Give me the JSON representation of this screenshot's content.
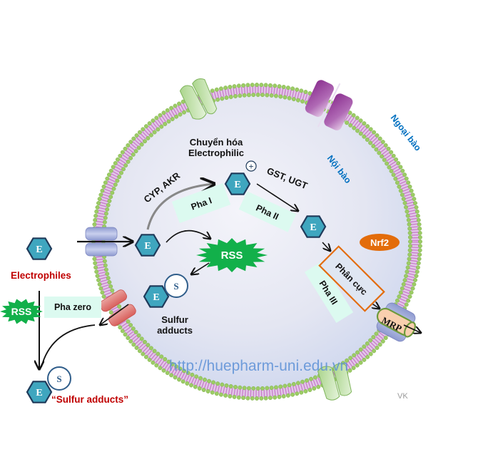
{
  "diagram": {
    "title": "Chuyển hóa Electrophilic",
    "title_line1": "Chuyển hóa",
    "title_line2": "Electrophilic",
    "regions": {
      "extracellular": "Ngoại bào",
      "intracellular": "Nội bào"
    },
    "molecules": {
      "electrophile_symbol": "E",
      "sulfur_symbol": "S",
      "charge_symbol": "+"
    },
    "labels": {
      "electrophiles": "Electrophiles",
      "sulfur_adducts_line1": "Sulfur",
      "sulfur_adducts_line2": "adducts",
      "sulfur_adducts_quoted": "“Sulfur adducts”",
      "rss": "RSS",
      "enzymes_phase1": "CYP, AKR",
      "enzymes_phase2": "GST, UGT",
      "nrf2": "Nrf2",
      "polar": "Phân cực",
      "mrp": "MRP"
    },
    "phases": {
      "zero": "Pha zero",
      "one": "Pha I",
      "two": "Pha II",
      "three": "Pha III"
    },
    "watermark": "http://huepharm-uni.edu.vn",
    "signature": "VK",
    "colors": {
      "hexagon_fill": "#3fa6bf",
      "hexagon_stroke": "#1f3a5a",
      "rss_green": "#12b04a",
      "red_text": "#c00000",
      "blue_text": "#0070c0",
      "nrf2_orange": "#e36c0a",
      "phase_box": "#dcfaf0",
      "membrane_head": "#9ccc65",
      "membrane_tail": "#c678c8",
      "cell_fill": "#e3e6f3"
    }
  }
}
